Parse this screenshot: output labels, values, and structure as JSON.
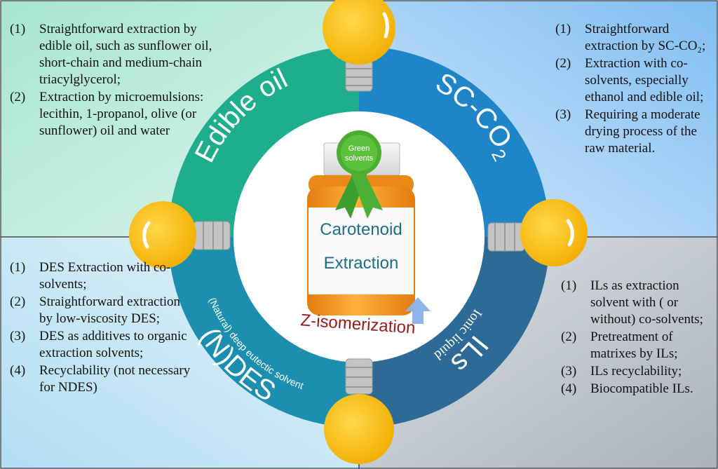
{
  "panels": {
    "top_left": {
      "items": [
        {
          "num": "(1)",
          "text": "Straightforward extraction by edible oil, such as sunflower oil, short-chain and medium-chain triacylglycerol;"
        },
        {
          "num": "(2)",
          "text": "Extraction by microemulsions: lecithin, 1-propanol, olive (or sunflower) oil and water"
        }
      ]
    },
    "top_right": {
      "items": [
        {
          "num": "(1)",
          "text": "Straightforward extraction by SC-CO₂;"
        },
        {
          "num": "(2)",
          "text": "Extraction with co-solvents, especially ethanol and edible oil;"
        },
        {
          "num": "(3)",
          "text": "Requiring a moderate drying process of the raw material."
        }
      ]
    },
    "bottom_left": {
      "items": [
        {
          "num": "(1)",
          "text": "DES Extraction with co-solvents;"
        },
        {
          "num": "(2)",
          "text": "Straightforward extraction by low-viscosity DES;"
        },
        {
          "num": "(3)",
          "text": "DES as additives to organic extraction solvents;"
        },
        {
          "num": "(4)",
          "text": "Recyclability (not necessary for NDES)"
        }
      ]
    },
    "bottom_right": {
      "items": [
        {
          "num": "(1)",
          "text": "ILs as extraction solvent with ( or without) co-solvents;"
        },
        {
          "num": "(2)",
          "text": "Pretreatment of matrixes by ILs;"
        },
        {
          "num": "(3)",
          "text": "ILs recyclability;"
        },
        {
          "num": "(4)",
          "text": "Biocompatible ILs."
        }
      ]
    }
  },
  "ring": {
    "edible_oil": "Edible oil",
    "sc_co2": "SC-CO",
    "sc_co2_sub": "2",
    "ndes": "(N)DES",
    "ndes_sub": "(Natural) deep eutectic solvent",
    "ils": "ILs",
    "ils_sub": "Ionic liquid"
  },
  "center": {
    "badge_line1": "Green",
    "badge_line2": "solvents",
    "bottle_line1": "Carotenoid",
    "bottle_line2": "Extraction",
    "isomerization": "Z-isomerization"
  },
  "colors": {
    "edible_oil": "#1fae8c",
    "sc_co2": "#1e86c8",
    "ils": "#2e6a96",
    "ndes": "#1c8fb0",
    "bulb": "#f7b90c",
    "bottle": "#f59a1d",
    "ribbon": "#3e9e2e",
    "isomerization_text": "#9a1a1a"
  }
}
